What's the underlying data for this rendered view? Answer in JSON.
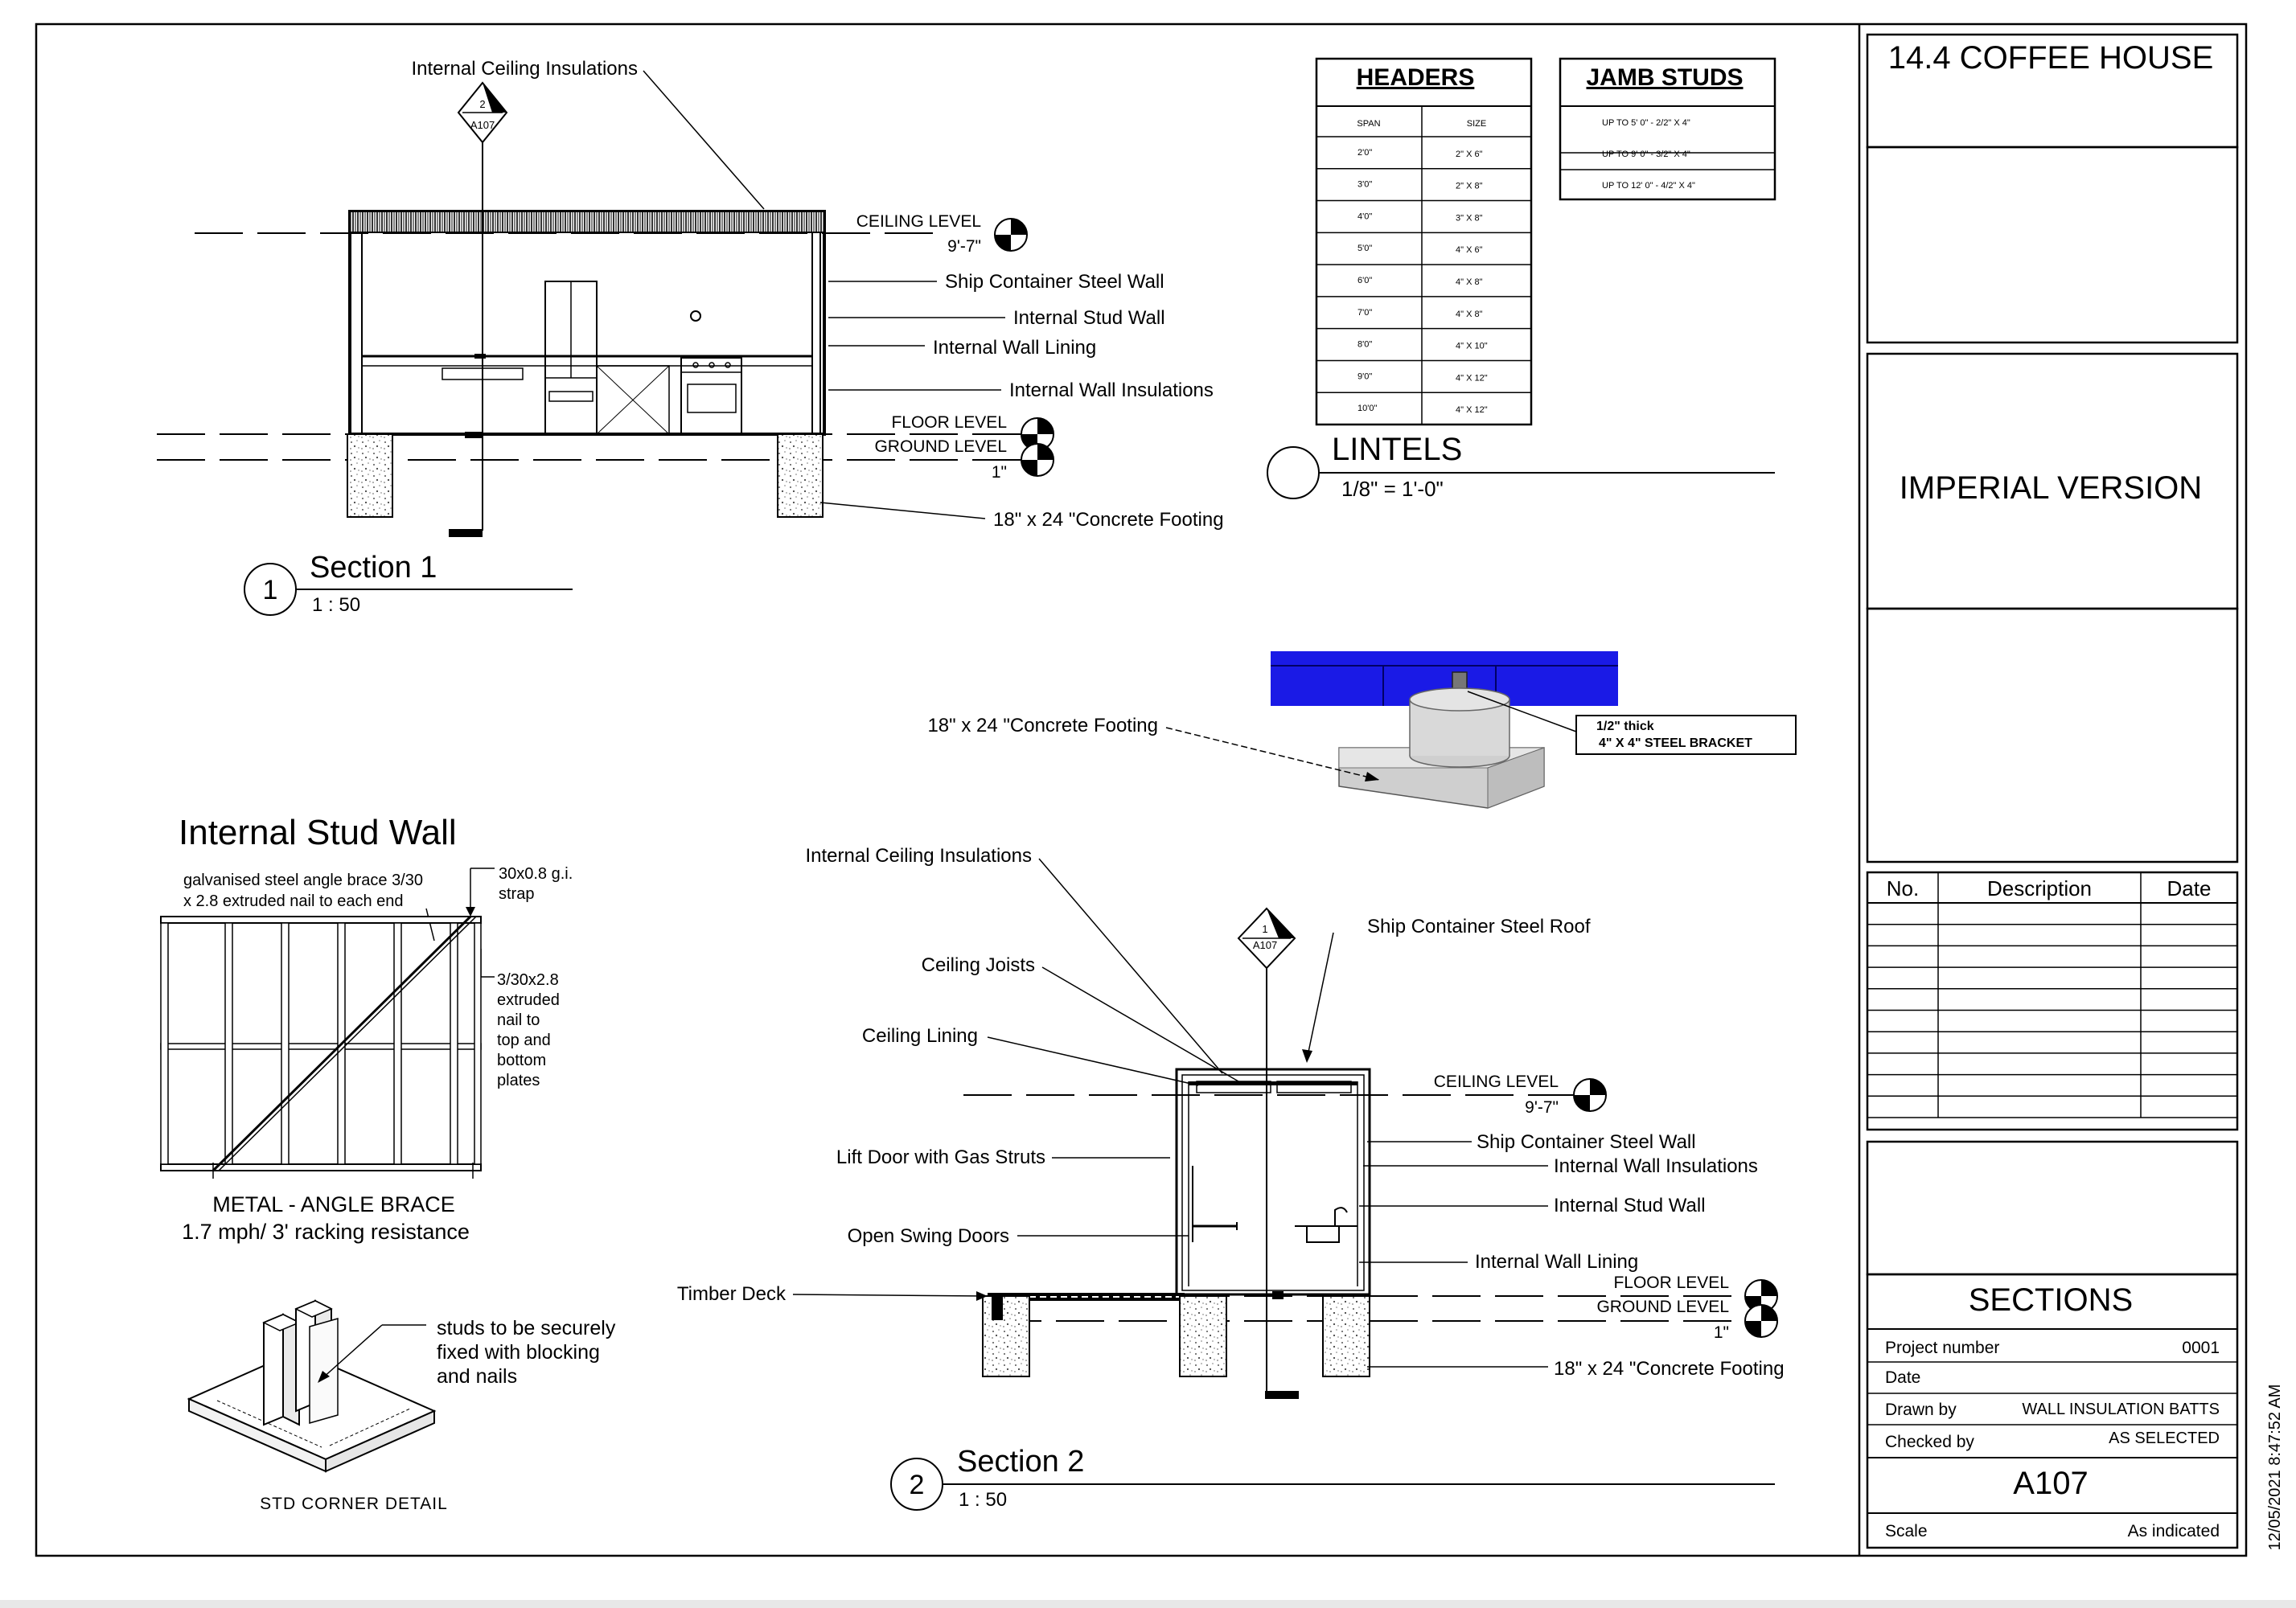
{
  "title_block": {
    "project_name": "14.4 COFFEE HOUSE",
    "version": "IMPERIAL VERSION",
    "revisions": {
      "headers": {
        "no": "No.",
        "description": "Description",
        "date": "Date"
      },
      "row_count": 10
    },
    "sheet_name": "SECTIONS",
    "fields": [
      {
        "label": "Project number",
        "value": "0001"
      },
      {
        "label": "Date",
        "value": ""
      },
      {
        "label": "Drawn by",
        "value": "WALL INSULATION BATTS"
      },
      {
        "label": "Checked by",
        "value": "AS SELECTED"
      }
    ],
    "sheet_number": "A107",
    "scale": {
      "label": "Scale",
      "value": "As indicated"
    }
  },
  "timestamp": "12/05/2021 8:47:52 AM",
  "section1": {
    "title": "Section 1",
    "number": "1",
    "scale": "1 : 50",
    "callout_ref": {
      "top": "2",
      "bottom": "A107"
    },
    "ceiling_level": "CEILING LEVEL",
    "ceiling_height": "9'-7\"",
    "floor_level": "FLOOR LEVEL",
    "ground_level": "GROUND LEVEL",
    "ground_offset": "1\"",
    "labels": {
      "ceiling_insulation": "Internal Ceiling Insulations",
      "steel_wall": "Ship Container Steel Wall",
      "stud_wall": "Internal Stud Wall",
      "wall_lining": "Internal Wall Lining",
      "wall_insulation": "Internal Wall Insulations",
      "footing": "18\" x 24 \"Concrete Footing"
    }
  },
  "section2": {
    "title": "Section 2",
    "number": "2",
    "scale": "1 : 50",
    "callout_ref": {
      "top": "1",
      "bottom": "A107"
    },
    "ceiling_level": "CEILING LEVEL",
    "ceiling_height": "9'-7\"",
    "floor_level": "FLOOR LEVEL",
    "ground_level": "GROUND LEVEL",
    "ground_offset": "1\"",
    "labels": {
      "ceiling_insulation": "Internal Ceiling Insulations",
      "ceiling_joists": "Ceiling Joists",
      "ceiling_lining": "Ceiling Lining",
      "steel_roof": "Ship Container Steel Roof",
      "lift_door": "Lift Door with Gas Struts",
      "swing_doors": "Open Swing Doors",
      "timber_deck": "Timber Deck",
      "steel_wall": "Ship Container Steel Wall",
      "wall_insulation": "Internal Wall Insulations",
      "stud_wall": "Internal Stud Wall",
      "wall_lining": "Internal Wall Lining",
      "footing": "18\" x 24 \"Concrete Footing"
    }
  },
  "headers_table": {
    "title": "HEADERS",
    "columns": [
      "SPAN",
      "SIZE"
    ],
    "rows": [
      [
        "2'0\"",
        "2\" X 6\""
      ],
      [
        "3'0\"",
        "2\" X 8\""
      ],
      [
        "4'0\"",
        "3\" X 8\""
      ],
      [
        "5'0\"",
        "4\" X 6\""
      ],
      [
        "6'0\"",
        "4\" X 8\""
      ],
      [
        "7'0\"",
        "4\" X 8\""
      ],
      [
        "8'0\"",
        "4\" X 10\""
      ],
      [
        "9'0\"",
        "4\" X 12\""
      ],
      [
        "10'0\"",
        "4\" X 12\""
      ]
    ]
  },
  "jamb_table": {
    "title": "JAMB STUDS",
    "rows": [
      "UP TO 5' 0\" - 2/2\" X 4\"",
      "UP TO 9' 0\" - 3/2\" X 4\"",
      "UP TO 12' 0\" - 4/2\" X 4\""
    ]
  },
  "lintels": {
    "title": "LINTELS",
    "scale": "1/8\" = 1'-0\""
  },
  "footing_detail": {
    "footing_label": "18\" x 24 \"Concrete Footing",
    "bracket_label_1": "1/2\"  thick",
    "bracket_label_2": "4\" X 4\" STEEL BRACKET",
    "colors": {
      "container": "#1a1ae6",
      "footing": "#d8d8d8"
    }
  },
  "stud_wall_detail": {
    "title": "Internal Stud Wall",
    "note_brace_1": "galvanised steel angle brace 3/30",
    "note_brace_2": "x 2.8 extruded nail to each end",
    "note_strap": [
      "30x0.8 g.i.",
      "strap"
    ],
    "note_nail": [
      "3/30x2.8",
      "extruded",
      "nail to",
      "top and",
      "bottom",
      "plates"
    ],
    "caption_1": "METAL - ANGLE BRACE",
    "caption_2": "1.7 mph/ 3' racking resistance"
  },
  "corner_detail": {
    "note": [
      "studs to be securely",
      "fixed with blocking",
      "and nails"
    ],
    "caption": "STD CORNER DETAIL"
  }
}
